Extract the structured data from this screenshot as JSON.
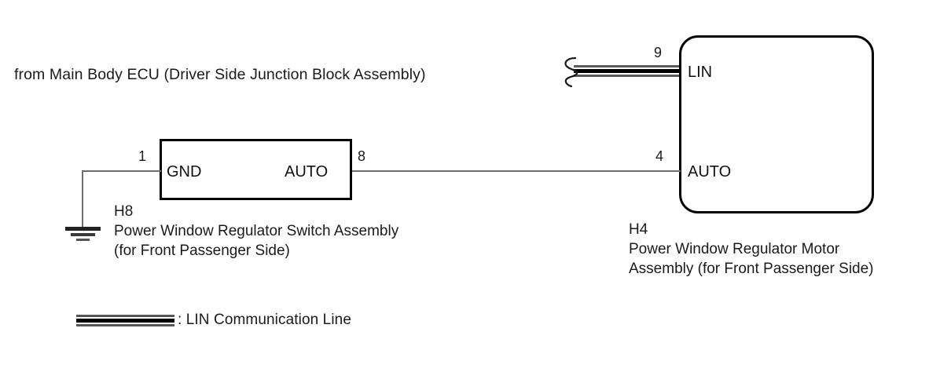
{
  "diagram": {
    "title_note": "from Main Body ECU (Driver Side Junction Block Assembly)",
    "components": [
      {
        "id": "H8",
        "code": "H8",
        "name_line1": "Power Window Regulator Switch Assembly",
        "name_line2": "(for Front Passenger Side)",
        "shape": "rectangle",
        "terminals": [
          {
            "pin": "1",
            "label": "GND",
            "side": "left"
          },
          {
            "pin": "8",
            "label": "AUTO",
            "side": "right"
          }
        ]
      },
      {
        "id": "H4",
        "code": "H4",
        "name_line1": "Power Window Regulator Motor",
        "name_line2": "Assembly (for Front Passenger Side)",
        "shape": "rounded-rectangle",
        "terminals": [
          {
            "pin": "9",
            "label": "LIN",
            "side": "left"
          },
          {
            "pin": "4",
            "label": "AUTO",
            "side": "left"
          }
        ]
      }
    ],
    "connections": [
      {
        "from": "H8-1 (GND)",
        "to": "ground",
        "style": "plain"
      },
      {
        "from": "H8-8 (AUTO)",
        "to": "H4-4 (AUTO)",
        "style": "plain"
      },
      {
        "from": "Main Body ECU",
        "to": "H4-9 (LIN)",
        "style": "lin-bus"
      }
    ],
    "legend": {
      "symbol": "lin-bus-line-symbol",
      "text": ": LIN Communication Line"
    },
    "colors": {
      "line": "#6e6e6e",
      "border": "#000000",
      "text": "#1a1a1a",
      "background": "#ffffff"
    }
  }
}
